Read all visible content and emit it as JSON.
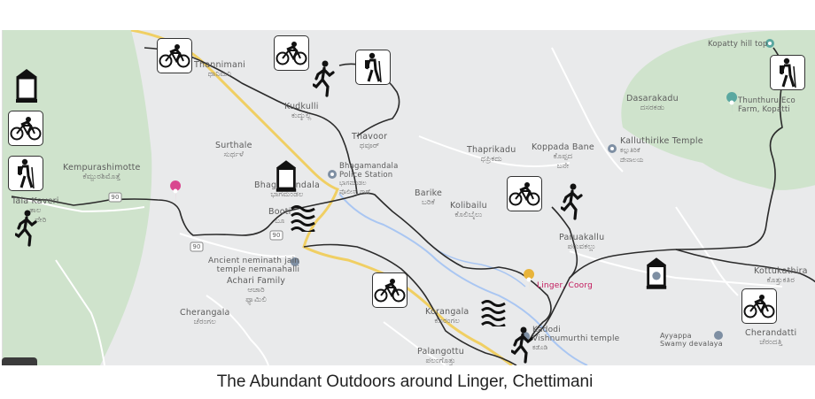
{
  "caption": "The Abundant Outdoors around Linger, Chettimani",
  "colors": {
    "land": "#e9eaeb",
    "forest": "#cfe3cc",
    "river": "#a9c6f2",
    "highway": "#f0cf63",
    "trail": "#2b2b2b",
    "pin_teal": "#5aa8a0",
    "pin_gold": "#e8b43a",
    "pin_pink": "#d9468f"
  },
  "places": {
    "thannimani": {
      "name": "Thannimani",
      "local": "ಥಾನಿಮನಿ"
    },
    "kudkulli": {
      "name": "Kudkulli",
      "local": "ಕುದ್ಕುಲ್ಲಿ"
    },
    "thavoor": {
      "name": "Thavoor",
      "local": "ಥವೂರ್"
    },
    "surthale": {
      "name": "Surthale",
      "local": "ಸುರ್ಥಳೆ"
    },
    "kempurashimotte": {
      "name": "Kempurashimotte",
      "local": "ಕೆಮ್ಪುರಶಿಮೊತ್ತೆ"
    },
    "tala_kaveri": {
      "name": "Tala Kaveri",
      "local": "ತಾಲ",
      "local2": "ವೇರಿ"
    },
    "bhagamandala": {
      "name": "Bhagamandala",
      "local": "ಭಾಗಮಂಡಲ"
    },
    "bhagamandala_ps": {
      "name": "Bhagamandala",
      "name2": "Police Station",
      "local": "ಭಾಗಮಂಡಲ",
      "local2": "ಪೊಲೀಸ್ ಠಾಣೆ"
    },
    "booti": {
      "name": "Booti",
      "local": "ಬೂ"
    },
    "thaprikadu": {
      "name": "Thaprikadu",
      "local": "ಥಪ್ರಿಕದು"
    },
    "koppada_bane": {
      "name": "Koppada Bane",
      "local": "ಕೊಪ್ಪದ",
      "local2": "ಬನೇ"
    },
    "kalluthirike": {
      "name": "Kalluthirike Temple",
      "local": "ಕಲ್ಲುತಿರಿಕೆ",
      "local2": "ದೇವಾಲಯ"
    },
    "barike": {
      "name": "Barike",
      "local": "ಬರಿಕೆ"
    },
    "kolibailu": {
      "name": "Kolibailu",
      "local": "ಕೊಲಿಬೈಲು"
    },
    "dasarakadu": {
      "name": "Dasarakadu",
      "local": "ದಸರಕಡು"
    },
    "kopatty_hill": {
      "name": "Kopatty hill top"
    },
    "thunthuru": {
      "name": "Thunthuru Eco",
      "name2": "Farm, Kopatti"
    },
    "paruakallu": {
      "name": "Paruakallu",
      "local": "ಪರುವಕಲ್ಲು"
    },
    "linger": {
      "name": "Linger, Coorg"
    },
    "neminath": {
      "name": "Ancient neminath jain",
      "name2": "temple nemanahalli"
    },
    "achari": {
      "name": "Achari Family",
      "local": "ಆಚಾರಿ",
      "local2": "ಫ್ಯಾಮಿಲಿ"
    },
    "cherangala": {
      "name": "Cherangala",
      "local": "ಚೆರಂಗಲ"
    },
    "korangala": {
      "name": "Korangala",
      "local": "ಕೊರಂಗಲ"
    },
    "kadodi": {
      "name": "Kadodi",
      "name2": "Vishnumurthi temple",
      "local": "ಕಡೊಡಿ"
    },
    "palangottu": {
      "name": "Palangottu",
      "local": "ಪಲಂಗೊತ್ತು"
    },
    "kottukathira": {
      "name": "Kottukathira",
      "local": "ಕೊತ್ತುಕತಿರ"
    },
    "cherandatti": {
      "name": "Cherandatti",
      "local": "ಚೆರಂದತ್ತಿ"
    },
    "ayyappa": {
      "name": "Ayyappa",
      "name2": "Swamy devalaya"
    }
  },
  "route_shields": {
    "r1": "90",
    "r2": "90",
    "r3": "90"
  }
}
